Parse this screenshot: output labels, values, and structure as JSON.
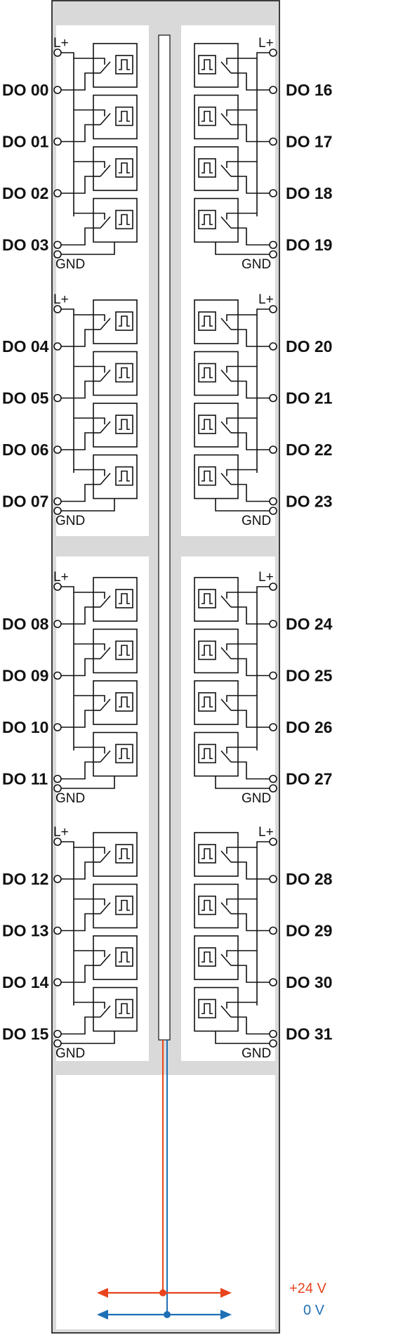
{
  "colors": {
    "frame_gray": "#d9d9d9",
    "line": "#111111",
    "plus24": "#e8441e",
    "zero_volt": "#1f6fb5"
  },
  "labels": {
    "lplus": "L+",
    "gnd": "GND",
    "plus24v": "+24 V",
    "zero_v": "0 V"
  },
  "icons": {
    "switch": "switch-icon",
    "pulse": "square-pulse-icon",
    "terminal": "terminal-circle-icon",
    "arrow": "double-arrow-icon"
  },
  "groups": [
    {
      "side": "left",
      "channels": [
        "DO 00",
        "DO 01",
        "DO 02",
        "DO 03"
      ]
    },
    {
      "side": "right",
      "channels": [
        "DO 16",
        "DO 17",
        "DO 18",
        "DO 19"
      ]
    },
    {
      "side": "left",
      "channels": [
        "DO 04",
        "DO 05",
        "DO 06",
        "DO 07"
      ]
    },
    {
      "side": "right",
      "channels": [
        "DO 20",
        "DO 21",
        "DO 22",
        "DO 23"
      ]
    },
    {
      "side": "left",
      "channels": [
        "DO 08",
        "DO 09",
        "DO 10",
        "DO 11"
      ]
    },
    {
      "side": "right",
      "channels": [
        "DO 24",
        "DO 25",
        "DO 26",
        "DO 27"
      ]
    },
    {
      "side": "left",
      "channels": [
        "DO 12",
        "DO 13",
        "DO 14",
        "DO 15"
      ]
    },
    {
      "side": "right",
      "channels": [
        "DO 28",
        "DO 29",
        "DO 30",
        "DO 31"
      ]
    }
  ]
}
